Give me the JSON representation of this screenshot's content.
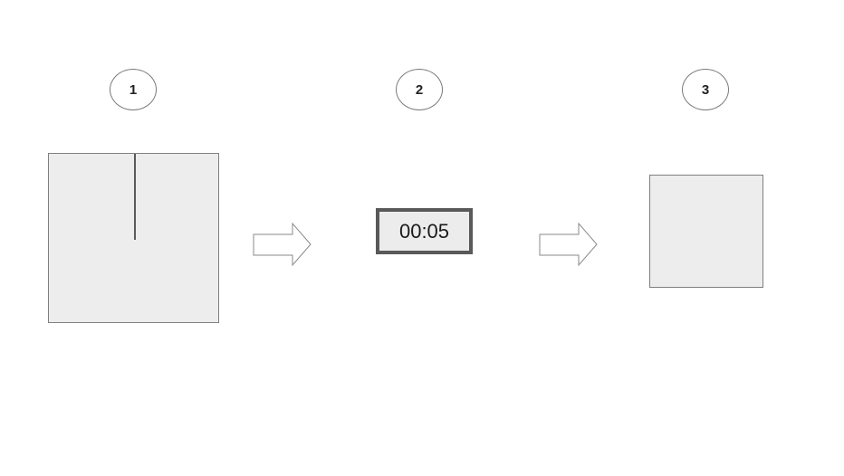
{
  "steps": [
    {
      "number": "1"
    },
    {
      "number": "2"
    },
    {
      "number": "3"
    }
  ],
  "timer": {
    "display": "00:05"
  },
  "icons": {
    "arrow": "right-arrow-icon"
  },
  "colors": {
    "square_fill": "#ededed",
    "square_border": "#7f7f7f",
    "timer_border": "#595959",
    "cut_line": "#5a5a5a"
  }
}
